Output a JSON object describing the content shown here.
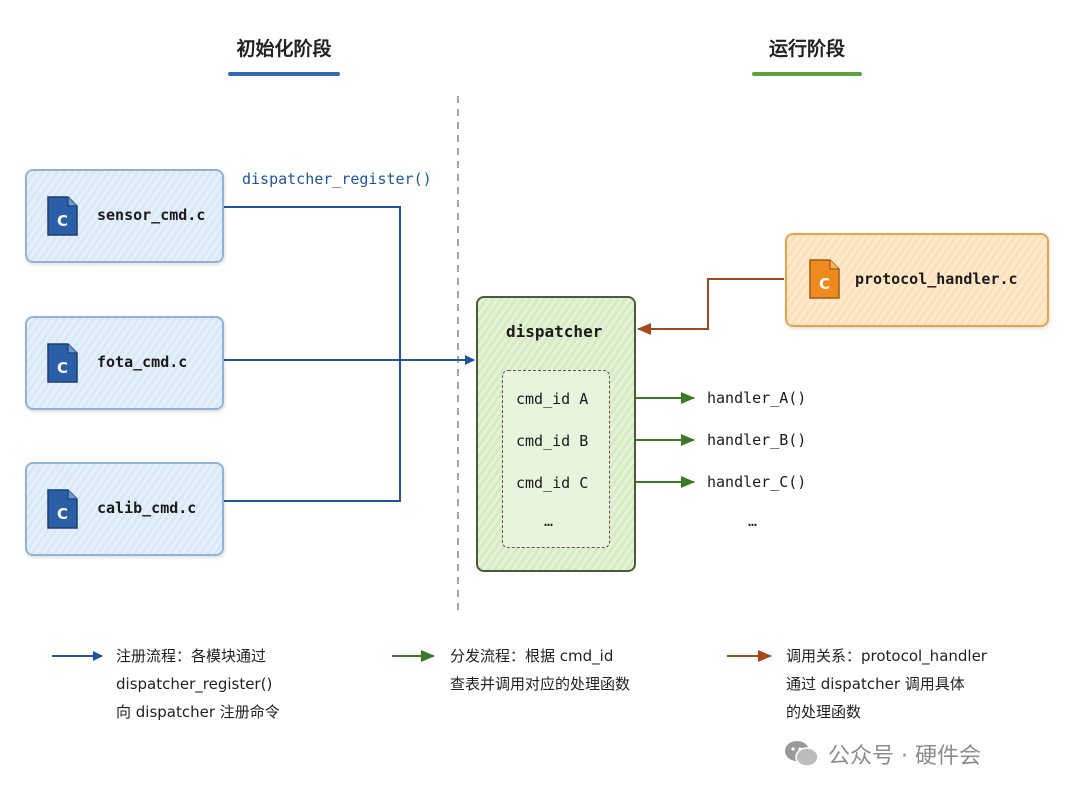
{
  "sections": {
    "init_title": "初始化阶段",
    "run_title": "运行阶段"
  },
  "colors": {
    "register": "#1f55a0",
    "dispatch": "#3c7a28",
    "call": "#a8461e",
    "init_underline": "#2f6bb5",
    "run_underline": "#5aa33e"
  },
  "register_func": "dispatcher_register()",
  "files": [
    {
      "name": "sensor_cmd.c",
      "icon": "c-file-icon"
    },
    {
      "name": "fota_cmd.c",
      "icon": "c-file-icon"
    },
    {
      "name": "calib_cmd.c",
      "icon": "c-file-icon"
    }
  ],
  "protocol_file": {
    "name": "protocol_handler.c",
    "icon": "c-file-icon"
  },
  "dispatcher": {
    "title": "dispatcher",
    "cmds": [
      "cmd_id A",
      "cmd_id B",
      "cmd_id C",
      "…"
    ]
  },
  "handlers": [
    "handler_A()",
    "handler_B()",
    "handler_C()",
    "…"
  ],
  "legend": {
    "register": [
      "注册流程：各模块通过",
      "dispatcher_register()",
      "向 dispatcher 注册命令"
    ],
    "dispatch": [
      "分发流程：根据 cmd_id",
      "查表并调用对应的处理函数"
    ],
    "call": [
      "调用关系：protocol_handler",
      "通过 dispatcher 调用具体",
      "的处理函数"
    ]
  },
  "watermark": "公众号 · 硬件会"
}
